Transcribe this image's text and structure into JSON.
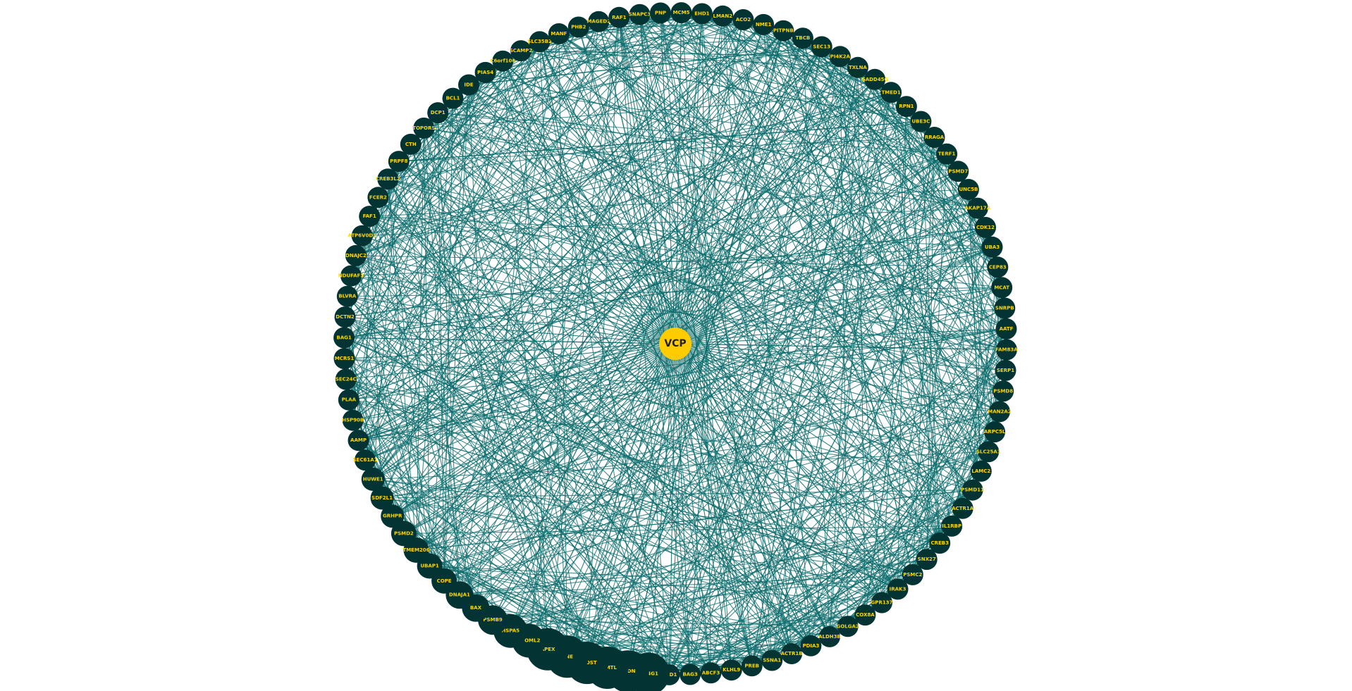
{
  "hub": {
    "label": "VCP"
  },
  "colors": {
    "edge": "#0b6b6b",
    "node": "#033333",
    "node_label": "#ffd600",
    "hub": "#ffcc00",
    "hub_label": "#1f1f1f",
    "background": "#ffffff"
  },
  "ring_nodes": [
    "MCM5",
    "EHD1",
    "LMAN2",
    "ACO2",
    "NME1",
    "PITPNB",
    "TBCB",
    "SEC13",
    "PI4K2A",
    "TXLNA",
    "GADD45G",
    "TMED1",
    "RPN1",
    "UBE3C",
    "RRAGA",
    "TERF1",
    "PSMD7",
    "UNC5B",
    "AKAP17A",
    "CDK12",
    "UBA3",
    "CEP83",
    "MCAT",
    "SNRPB",
    "AATF",
    "FAM83A",
    "SERP1",
    "PSMD8",
    "MAN2A2",
    "ARPC5L",
    "SLC25A1",
    "LAMC2",
    "PSMD11",
    "ACTR1A",
    "IL1RBP",
    "CREB3",
    "SNX27",
    "PSMC2",
    "IRAK3",
    "GPR137",
    "COX8A",
    "GOLGA2",
    "ALDH3B",
    "PDIA3",
    "ACTR1B",
    "SSNA1",
    "PREB",
    "KLHL9",
    "ABCF3",
    "BAG3",
    "SOD1",
    "EIF4G1",
    "PFDN",
    "ASMTL",
    "DDOST",
    "ONE",
    "APEX",
    "STOML2",
    "HSPA5",
    "PSMB9",
    "BAX",
    "DNAJA1",
    "COPE",
    "UBAP1",
    "TMEM206",
    "PSMD2",
    "GRHPR",
    "SDF2L1",
    "HUWE1",
    "SEC61A1",
    "AAMP",
    "HSP90B",
    "PLAA",
    "SEC24C",
    "MCRS1",
    "BAG1",
    "DCTN2",
    "BLVRA",
    "NDUFAF3",
    "DNAJC2",
    "ATP6V0D1",
    "FAF1",
    "FCER2",
    "CREB3L2",
    "PRPF8",
    "CTH",
    "TOPORS",
    "DCP1",
    "BCL1",
    "IDE",
    "PIAS4",
    "C6orf106",
    "SCAMP2",
    "SLC35B2",
    "MANF",
    "PHB2",
    "MAGED2",
    "RAF1",
    "SNAPC3",
    "PNP"
  ],
  "ring_node_sizes": [
    1,
    1,
    1,
    1,
    1,
    1,
    1,
    1,
    1,
    1,
    1,
    1,
    1,
    1,
    1,
    1,
    1,
    1,
    1,
    1,
    1,
    1,
    1,
    1,
    1,
    1,
    1,
    1,
    1,
    1,
    1,
    1,
    1,
    1,
    1,
    1,
    1,
    1,
    1,
    1,
    1,
    1,
    1,
    1,
    1,
    1,
    1,
    1,
    1,
    1,
    1,
    2,
    2,
    2,
    2,
    2,
    2,
    1.6,
    1.6,
    1.4,
    1.3,
    1.3,
    1.2,
    1.2,
    1.2,
    1.2,
    1.1,
    1.1,
    1.1,
    1,
    1,
    1,
    1,
    1,
    1,
    1,
    1,
    1,
    1,
    1,
    1,
    1,
    1,
    1,
    1,
    1,
    1,
    1,
    1,
    1,
    1,
    1,
    1,
    1,
    1,
    1,
    1,
    1,
    1,
    1
  ],
  "edge_seed": 20240
}
